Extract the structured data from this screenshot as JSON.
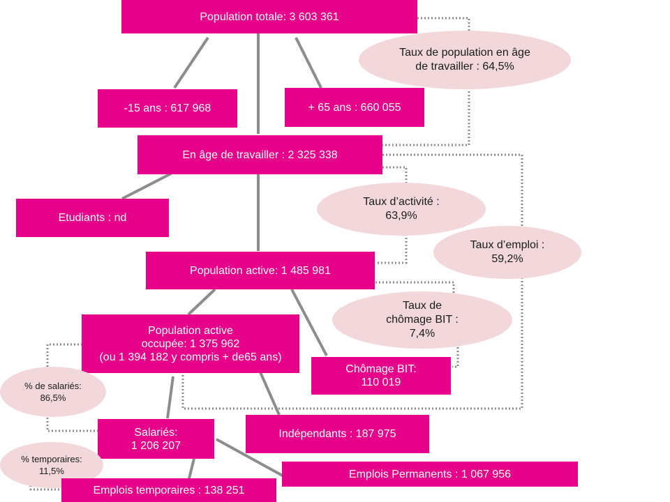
{
  "colors": {
    "box": "#e6008a",
    "ellipse": "#f2d8da",
    "solid_line": "#8c8c8c",
    "dotted_line": "#8c8c8c"
  },
  "boxes": {
    "total": "Population totale: 3 603 361",
    "under15": "-15 ans : 617 968",
    "over65": "+ 65 ans : 660 055",
    "working_age": "En âge de travailler : 2 325 338",
    "students": "Etudiants : nd",
    "active": "Population active: 1 485 981",
    "employed": "Population active\noccupée: 1 375 962\n(ou 1 394 182 y compris + de65 ans)",
    "unemployed": "Chômage BIT:\n110 019",
    "independents": "Indépendants : 187 975",
    "salaried": "Salariés:\n1 206 207",
    "permanent": "Emplois Permanents : 1 067 956",
    "temporary": "Emplois temporaires : 138 251"
  },
  "rates": {
    "working_age_rate": "Taux de population en âge\nde travailler : 64,5%",
    "activity_rate": "Taux d’activité :\n63,9%",
    "employment_rate": "Taux d’emploi :\n59,2%",
    "unemployment_rate": "Taux de\nchômage BIT :\n7,4%",
    "salaried_share": "% de salariés:\n86,5%",
    "temporary_share": "% temporaires:\n11,5%"
  }
}
